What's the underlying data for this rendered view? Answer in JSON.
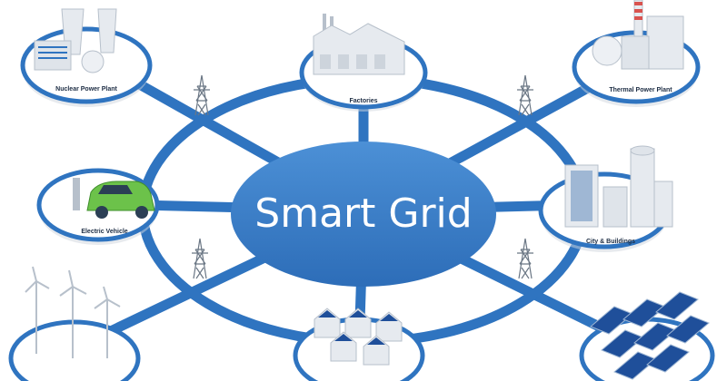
{
  "diagram": {
    "title": "Smart Grid",
    "colors": {
      "ring": "#2f74c0",
      "center": "#3a7fc6",
      "node_fill": "#ffffff",
      "node_stroke": "#2f74c0",
      "shadow": "#cfd6de",
      "building": "#e8ecf1",
      "building_dark": "#b7c0cb",
      "solar": "#1f4f9a",
      "car": "#6cc24a"
    },
    "nodes": [
      {
        "id": "nuclear",
        "label": "Nuclear Power Plant",
        "icon": "nuclear-plant-icon"
      },
      {
        "id": "factories",
        "label": "Factories",
        "icon": "factory-icon"
      },
      {
        "id": "thermal",
        "label": "Thermal Power Plant",
        "icon": "thermal-plant-icon"
      },
      {
        "id": "ev",
        "label": "Electric Vehicle",
        "icon": "electric-car-icon"
      },
      {
        "id": "city",
        "label": "City & Buildings",
        "icon": "city-buildings-icon"
      },
      {
        "id": "wind",
        "label": "",
        "icon": "wind-turbine-icon"
      },
      {
        "id": "homes",
        "label": "",
        "icon": "solar-homes-icon"
      },
      {
        "id": "solar",
        "label": "",
        "icon": "solar-panels-icon"
      }
    ]
  }
}
